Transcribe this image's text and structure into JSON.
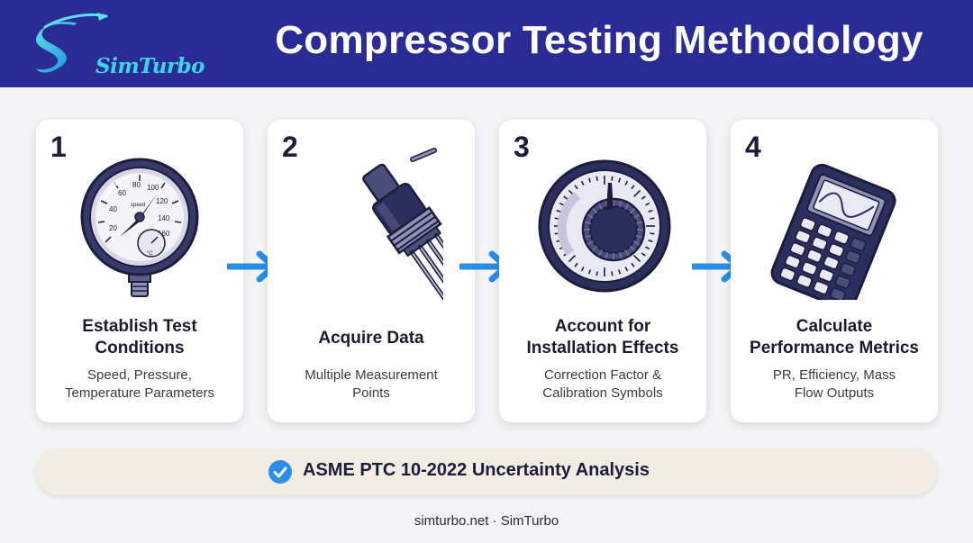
{
  "header": {
    "brand": "SimTurbo",
    "title": "Compressor Testing Methodology"
  },
  "steps": [
    {
      "number": "1",
      "title_line1": "Establish Test",
      "title_line2": "Conditions",
      "desc_line1": "Speed, Pressure,",
      "desc_line2": "Temperature Parameters",
      "gauge_label": "speed",
      "gauge_ticks": [
        "20",
        "40",
        "60",
        "80",
        "100",
        "120",
        "140",
        "160"
      ],
      "gauge_unit": "°C",
      "icon": "pressure-gauge-icon"
    },
    {
      "number": "2",
      "title_line1": "Acquire Data",
      "desc_line1": "Multiple Measurement",
      "desc_line2": "Points",
      "icon": "sensor-probe-icon"
    },
    {
      "number": "3",
      "title_line1": "Account for",
      "title_line2": "Installation Effects",
      "desc_line1": "Correction Factor &",
      "desc_line2": "Calibration Symbols",
      "icon": "calibration-dial-icon"
    },
    {
      "number": "4",
      "title_line1": "Calculate",
      "title_line2": "Performance Metrics",
      "desc_line1": "PR, Efficiency, Mass",
      "desc_line2": "Flow Outputs",
      "icon": "calculator-icon"
    }
  ],
  "banner": {
    "text": "ASME PTC 10-2022 Uncertainty Analysis",
    "icon": "check-circle-icon"
  },
  "footer": {
    "text": "simturbo.net · SimTurbo"
  },
  "colors": {
    "header_bg": "#2b2b95",
    "arrow": "#2a8ee8",
    "navy": "#2b2f5e",
    "banner_bg": "#f2ede3"
  }
}
